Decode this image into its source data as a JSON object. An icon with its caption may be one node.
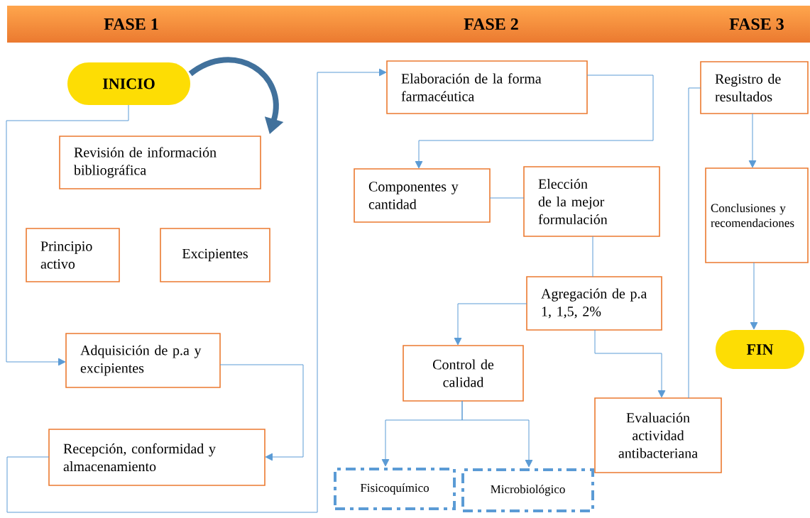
{
  "diagram": {
    "nodes": [
      {
        "text": [
          "FASE 1",
          "FASE 2",
          "FASE 3"
        ]
      },
      {
        "text": [
          "INICIO"
        ]
      },
      {
        "text": [
          "Revisión de información bibliográfica"
        ]
      },
      {
        "text": [
          "Principio activo"
        ]
      },
      {
        "text": [
          "Excipientes"
        ]
      },
      {
        "text": [
          "Adquisición de p.a y excipientes"
        ]
      },
      {
        "text": [
          "Recepción, conformidad y almacenamiento"
        ]
      },
      {
        "text": [
          "Elaboración de la forma farmacéutica"
        ]
      },
      {
        "text": [
          "Componentes y cantidad"
        ]
      },
      {
        "text": [
          "Elección de la mejor formulación"
        ]
      },
      {
        "text": [
          "Agregación de p.a 1, 1,5, 2%"
        ]
      },
      {
        "text": [
          "Control de calidad"
        ]
      },
      {
        "text": [
          "Fisicoquímico"
        ]
      },
      {
        "text": [
          "Microbiológico"
        ]
      },
      {
        "text": [
          "Evaluación actividad antibacteriana"
        ]
      },
      {
        "text": [
          "Registro de resultados"
        ]
      },
      {
        "text": [
          "Conclusiones y recomendaciones"
        ]
      },
      {
        "text": [
          "FIN"
        ]
      }
    ],
    "edges": [
      {
        "from": 1,
        "to": 2,
        "arrow": "to",
        "style": "thick",
        "color": "#41719c"
      },
      {
        "from": 1,
        "to": 5,
        "arrow": "to"
      },
      {
        "from": 5,
        "to": 6,
        "arrow": "to"
      },
      {
        "from": 6,
        "to": 7,
        "arrow": "to"
      },
      {
        "from": 7,
        "to": 8,
        "arrow": "to"
      },
      {
        "from": 8,
        "to": 9,
        "arrow": "none"
      },
      {
        "from": 9,
        "to": 10,
        "arrow": "none"
      },
      {
        "from": 10,
        "to": 11,
        "arrow": "to"
      },
      {
        "from": 10,
        "to": 14,
        "arrow": "to"
      },
      {
        "from": 11,
        "to": 12,
        "arrow": "to"
      },
      {
        "from": 11,
        "to": 13,
        "arrow": "to"
      },
      {
        "from": 14,
        "to": 15,
        "arrow": "none"
      },
      {
        "from": 15,
        "to": 16,
        "arrow": "to"
      },
      {
        "from": 16,
        "to": 17,
        "arrow": "to"
      }
    ]
  }
}
